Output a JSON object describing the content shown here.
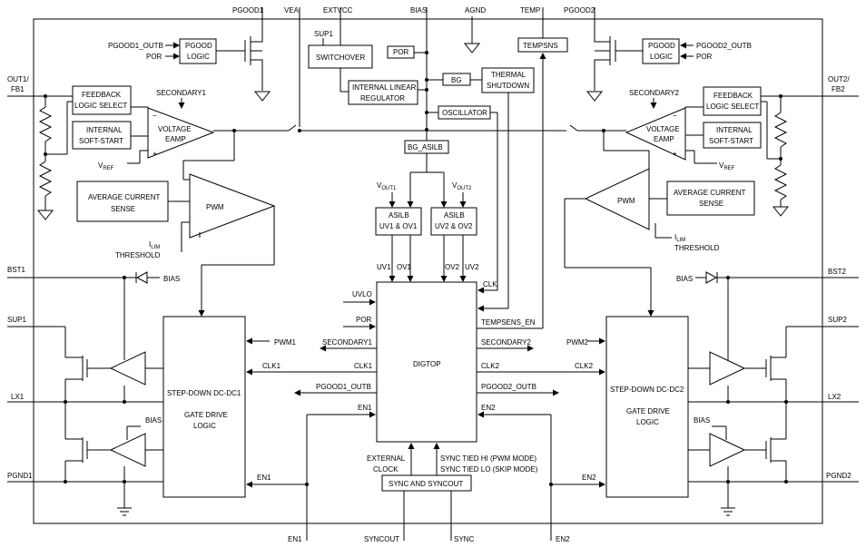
{
  "pins": {
    "pgood1": "PGOOD1",
    "vea": "VEA",
    "extvcc": "EXTVCC",
    "bias_top": "BIAS",
    "agnd": "AGND",
    "temp": "TEMP",
    "pgood2": "PGOOD2",
    "out1": "OUT1/",
    "fb1": "FB1",
    "out2": "OUT2/",
    "fb2": "FB2",
    "bst1": "BST1",
    "sup1": "SUP1",
    "lx1": "LX1",
    "pgnd1": "PGND1",
    "bst2": "BST2",
    "sup2": "SUP2",
    "lx2": "LX2",
    "pgnd2": "PGND2",
    "en1_bottom": "EN1",
    "syncout": "SYNCOUT",
    "sync": "SYNC",
    "en2_bottom": "EN2"
  },
  "blocks": {
    "pgood_logic_1": [
      "PGOOD",
      "LOGIC"
    ],
    "pgood_logic_2": [
      "PGOOD",
      "LOGIC"
    ],
    "switchover": "SWITCHOVER",
    "internal_regulator": [
      "INTERNAL LINEAR",
      "REGULATOR"
    ],
    "por_box": "POR",
    "bg": "BG",
    "thermal_shutdown": [
      "THERMAL",
      "SHUTDOWN"
    ],
    "oscillator": "OSCILLATOR",
    "tempsns": "TEMPSNS",
    "bg_asilb": "BG_ASILB",
    "asilb1": [
      "ASILB",
      "UV1 & OV1"
    ],
    "asilb2": [
      "ASILB",
      "UV2 & OV2"
    ],
    "digtop": "DIGTOP",
    "feedback1": [
      "FEEDBACK",
      "LOGIC SELECT"
    ],
    "softstart1": [
      "INTERNAL",
      "SOFT-START"
    ],
    "feedback2": [
      "FEEDBACK",
      "LOGIC SELECT"
    ],
    "softstart2": [
      "INTERNAL",
      "SOFT-START"
    ],
    "avg_current1": [
      "AVERAGE CURRENT",
      "SENSE"
    ],
    "avg_current2": [
      "AVERAGE CURRENT",
      "SENSE"
    ],
    "stepdown1": [
      "STEP-DOWN DC-DC1",
      "GATE DRIVE",
      "LOGIC"
    ],
    "stepdown2": [
      "STEP-DOWN DC-DC2",
      "GATE DRIVE",
      "LOGIC"
    ],
    "sync_box": "SYNC AND SYNCOUT"
  },
  "labels": {
    "pgood1_outb_in": "PGOOD1_OUTB",
    "por_in1": "POR",
    "pgood2_outb_in": "PGOOD2_OUTB",
    "por_in2": "POR",
    "sup1_small": "SUP1",
    "secondary1": "SECONDARY1",
    "secondary2": "SECONDARY2",
    "voltage_eamp1": [
      "VOLTAGE",
      "EAMP"
    ],
    "voltage_eamp2": [
      "VOLTAGE",
      "EAMP"
    ],
    "vref": "V",
    "vref_sub": "REF",
    "pwm": "PWM",
    "ilim_threshold_1": [
      "I",
      "LIM",
      "THRESHOLD"
    ],
    "ilim_threshold_2": [
      "I",
      "LIM",
      "THRESHOLD"
    ],
    "vout1": [
      "V",
      "OUT1"
    ],
    "vout2": [
      "V",
      "OUT2"
    ],
    "uv1": "UV1",
    "ov1": "OV1",
    "ov2": "OV2",
    "uv2": "UV2",
    "clk": "CLK",
    "uvlo": "UVLO",
    "por_dig": "POR",
    "tempsens_en": "TEMPSENS_EN",
    "secondary1_dig": "SECONDARY1",
    "secondary2_dig": "SECONDARY2",
    "pwm1": "PWM1",
    "pwm2": "PWM2",
    "clk1_a": "CLK1",
    "clk1_b": "CLK1",
    "clk2_a": "CLK2",
    "clk2_b": "CLK2",
    "pgood1_outb": "PGOOD1_OUTB",
    "pgood2_outb": "PGOOD2_OUTB",
    "en1_a": "EN1",
    "en1_b": "EN1",
    "en2_a": "EN2",
    "en2_b": "EN2",
    "bias_left": "BIAS",
    "bias_right": "BIAS",
    "bias_left_low": "BIAS",
    "bias_right_low": "BIAS",
    "external_clock": [
      "EXTERNAL",
      "CLOCK"
    ],
    "sync_modes": [
      "SYNC TIED HI (PWM MODE)",
      "SYNC TIED LO (SKIP MODE)"
    ]
  }
}
